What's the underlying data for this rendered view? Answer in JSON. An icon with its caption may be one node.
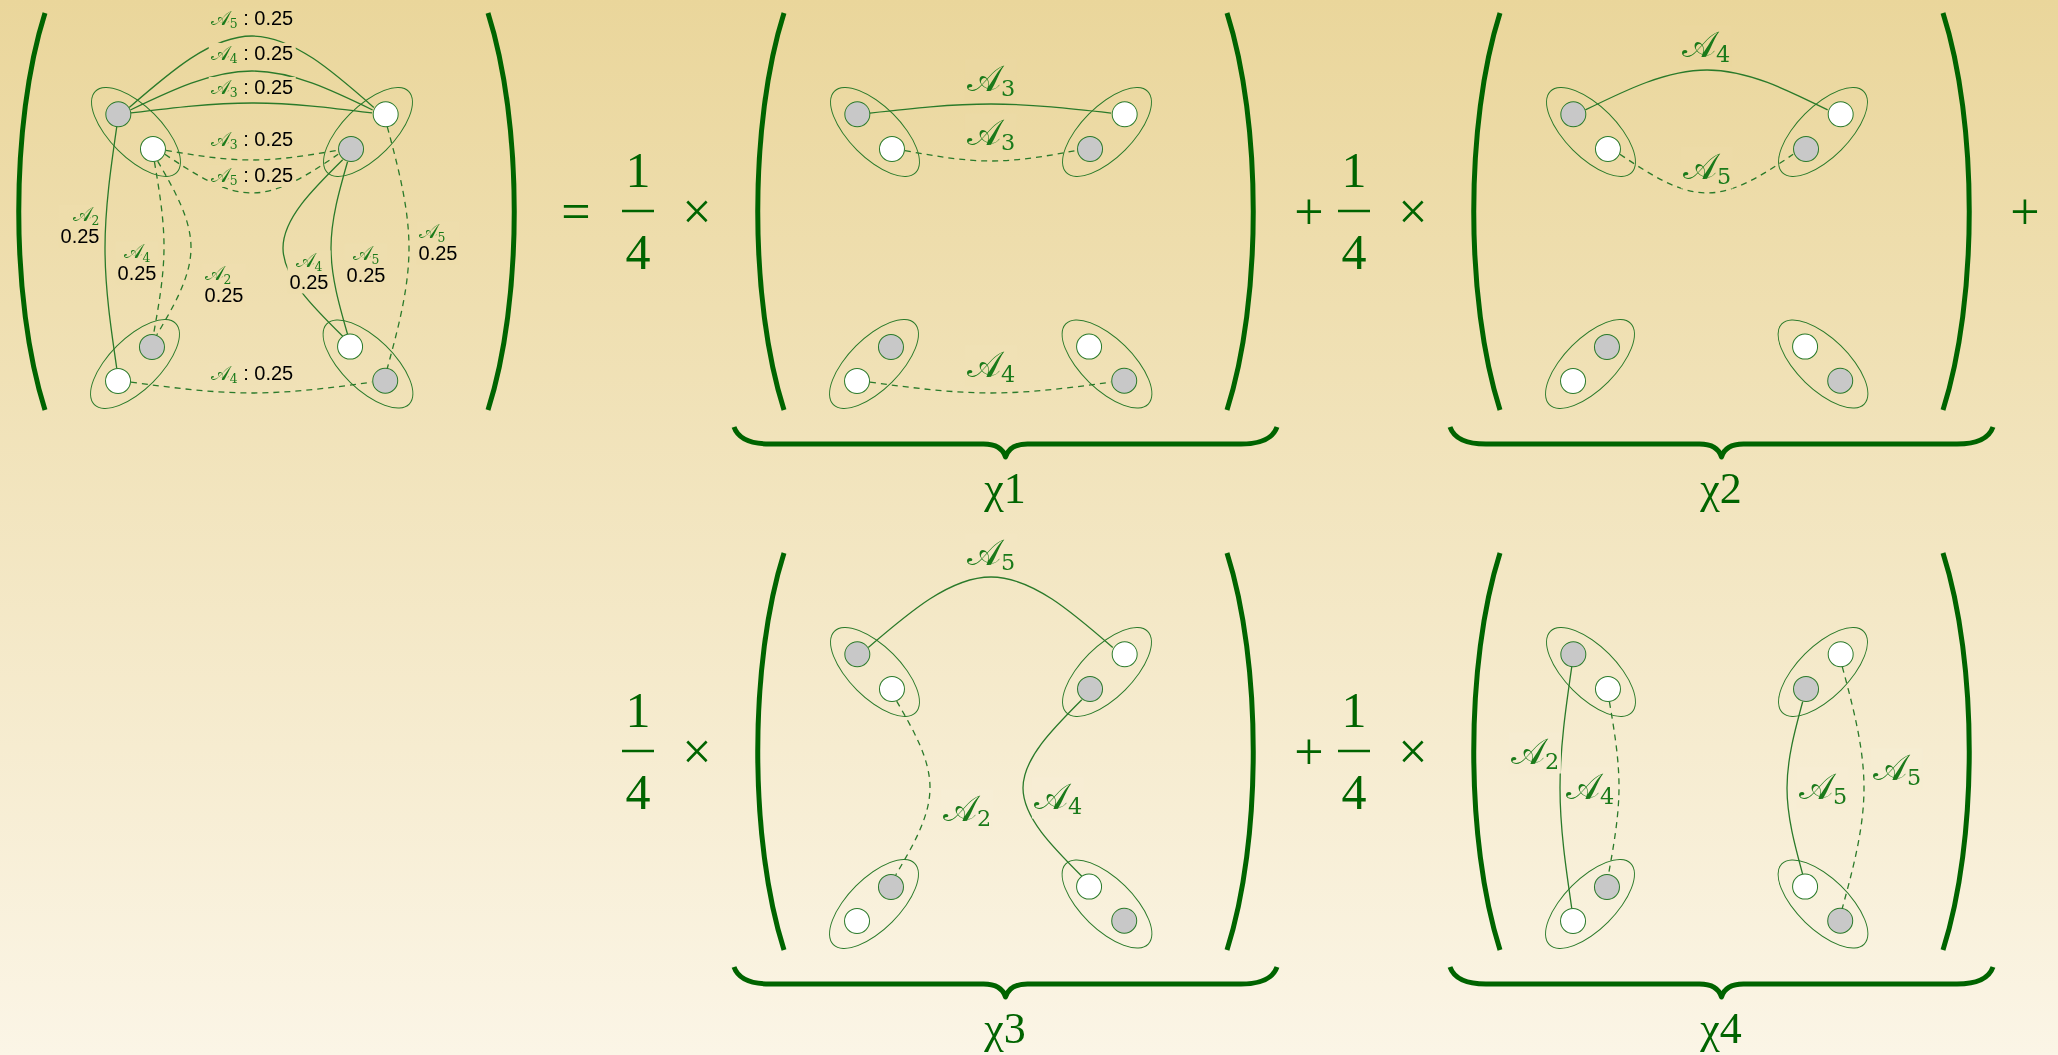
{
  "diagram": {
    "nodes": [
      {
        "text": [],
        "shape": "ellipse"
      },
      {
        "text": [],
        "shape": "circle",
        "in": 0
      },
      {
        "text": [],
        "shape": "circle",
        "in": 0
      },
      {
        "text": [],
        "shape": "ellipse"
      },
      {
        "text": [],
        "shape": "circle",
        "in": 3
      },
      {
        "text": [],
        "shape": "circle",
        "in": 3
      },
      {
        "text": [],
        "shape": "ellipse"
      },
      {
        "text": [],
        "shape": "circle",
        "in": 6
      },
      {
        "text": [],
        "shape": "circle",
        "in": 6
      },
      {
        "text": [],
        "shape": "ellipse"
      },
      {
        "text": [],
        "shape": "circle",
        "in": 9
      },
      {
        "text": [],
        "shape": "circle",
        "in": 9
      },
      {
        "text": [],
        "shape": "ellipse"
      },
      {
        "text": [],
        "shape": "circle",
        "in": 12
      },
      {
        "text": [],
        "shape": "circle",
        "in": 12
      },
      {
        "text": [],
        "shape": "ellipse"
      },
      {
        "text": [],
        "shape": "circle",
        "in": 15
      },
      {
        "text": [],
        "shape": "circle",
        "in": 15
      },
      {
        "text": [],
        "shape": "ellipse"
      },
      {
        "text": [],
        "shape": "circle",
        "in": 18
      },
      {
        "text": [],
        "shape": "circle",
        "in": 18
      },
      {
        "text": [],
        "shape": "ellipse"
      },
      {
        "text": [],
        "shape": "circle",
        "in": 21
      },
      {
        "text": [],
        "shape": "circle",
        "in": 21
      },
      {
        "text": [],
        "shape": "ellipse"
      },
      {
        "text": [],
        "shape": "circle",
        "in": 24
      },
      {
        "text": [],
        "shape": "circle",
        "in": 24
      },
      {
        "text": [],
        "shape": "ellipse"
      },
      {
        "text": [],
        "shape": "circle",
        "in": 27
      },
      {
        "text": [],
        "shape": "circle",
        "in": 27
      },
      {
        "text": [],
        "shape": "ellipse"
      },
      {
        "text": [],
        "shape": "circle",
        "in": 30
      },
      {
        "text": [],
        "shape": "circle",
        "in": 30
      },
      {
        "text": [],
        "shape": "ellipse"
      },
      {
        "text": [],
        "shape": "circle",
        "in": 33
      },
      {
        "text": [],
        "shape": "circle",
        "in": 33
      },
      {
        "text": [],
        "shape": "ellipse"
      },
      {
        "text": [],
        "shape": "circle",
        "in": 36
      },
      {
        "text": [],
        "shape": "circle",
        "in": 36
      },
      {
        "text": [],
        "shape": "ellipse"
      },
      {
        "text": [],
        "shape": "circle",
        "in": 39
      },
      {
        "text": [],
        "shape": "circle",
        "in": 39
      },
      {
        "text": [],
        "shape": "ellipse"
      },
      {
        "text": [],
        "shape": "circle",
        "in": 42
      },
      {
        "text": [],
        "shape": "circle",
        "in": 42
      },
      {
        "text": [],
        "shape": "ellipse"
      },
      {
        "text": [],
        "shape": "circle",
        "in": 45
      },
      {
        "text": [],
        "shape": "circle",
        "in": 45
      },
      {
        "text": [],
        "shape": "ellipse"
      },
      {
        "text": [],
        "shape": "circle",
        "in": 48
      },
      {
        "text": [],
        "shape": "circle",
        "in": 48
      },
      {
        "text": [],
        "shape": "ellipse"
      },
      {
        "text": [],
        "shape": "circle",
        "in": 51
      },
      {
        "text": [],
        "shape": "circle",
        "in": 51
      },
      {
        "text": [],
        "shape": "ellipse"
      },
      {
        "text": [],
        "shape": "circle",
        "in": 54
      },
      {
        "text": [],
        "shape": "circle",
        "in": 54
      },
      {
        "text": [],
        "shape": "ellipse"
      },
      {
        "text": [],
        "shape": "circle",
        "in": 57
      },
      {
        "text": [],
        "shape": "circle",
        "in": 57
      }
    ],
    "edges": [
      {
        "from": 1,
        "to": 4,
        "arrow": "none",
        "label": "𝒜$_{5}$ : 0.25"
      },
      {
        "from": 1,
        "to": 4,
        "arrow": "none",
        "label": "𝒜$_{4}$ : 0.25"
      },
      {
        "from": 1,
        "to": 4,
        "arrow": "none",
        "label": "𝒜$_{3}$ : 0.25"
      },
      {
        "from": 2,
        "to": 5,
        "arrow": "none",
        "label": "𝒜$_{3}$ : 0.25",
        "style": "dashed"
      },
      {
        "from": 2,
        "to": 5,
        "arrow": "none",
        "label": "𝒜$_{5}$ : 0.25",
        "style": "dashed"
      },
      {
        "from": 1,
        "to": 8,
        "arrow": "none",
        "label": "𝒜$_{2}$ 0.25"
      },
      {
        "from": 2,
        "to": 7,
        "arrow": "none",
        "label": "𝒜$_{4}$ 0.25",
        "style": "dashed"
      },
      {
        "from": 2,
        "to": 7,
        "arrow": "none",
        "label": "𝒜$_{2}$ 0.25",
        "style": "dashed"
      },
      {
        "from": 5,
        "to": 10,
        "arrow": "none",
        "label": "𝒜$_{4}$ 0.25"
      },
      {
        "from": 5,
        "to": 10,
        "arrow": "none",
        "label": "𝒜$_{5}$ 0.25"
      },
      {
        "from": 4,
        "to": 11,
        "arrow": "none",
        "label": "𝒜$_{5}$ 0.25",
        "style": "dashed"
      },
      {
        "from": 8,
        "to": 11,
        "arrow": "none",
        "label": "𝒜$_{4}$ : 0.25",
        "style": "dashed"
      },
      {
        "from": 13,
        "to": 16,
        "arrow": "none",
        "label": "𝒜$_{3}$"
      },
      {
        "from": 14,
        "to": 17,
        "arrow": "none",
        "label": "𝒜$_{3}$",
        "style": "dashed"
      },
      {
        "from": 20,
        "to": 23,
        "arrow": "none",
        "label": "𝒜$_{4}$",
        "style": "dashed"
      },
      {
        "from": 25,
        "to": 28,
        "arrow": "none",
        "label": "𝒜$_{4}$"
      },
      {
        "from": 26,
        "to": 29,
        "arrow": "none",
        "label": "𝒜$_{5}$",
        "style": "dashed"
      },
      {
        "from": 37,
        "to": 40,
        "arrow": "none",
        "label": "𝒜$_{5}$"
      },
      {
        "from": 38,
        "to": 43,
        "arrow": "none",
        "label": "𝒜$_{2}$",
        "style": "dashed"
      },
      {
        "from": 41,
        "to": 46,
        "arrow": "none",
        "label": "𝒜$_{4}$"
      },
      {
        "from": 49,
        "to": 56,
        "arrow": "none",
        "label": "𝒜$_{2}$"
      },
      {
        "from": 50,
        "to": 55,
        "arrow": "none",
        "label": "𝒜$_{4}$",
        "style": "dashed"
      },
      {
        "from": 53,
        "to": 58,
        "arrow": "none",
        "label": "𝒜$_{5}$"
      },
      {
        "from": 52,
        "to": 59,
        "arrow": "none",
        "label": "𝒜$_{5}$",
        "style": "dashed"
      }
    ],
    "labels": [
      "=",
      "1",
      "4",
      "×",
      "+",
      "1",
      "4",
      "×",
      "+",
      "χ1",
      "χ2",
      "1",
      "4",
      "×",
      "+",
      "1",
      "4",
      "×",
      "χ3",
      "χ4"
    ]
  }
}
